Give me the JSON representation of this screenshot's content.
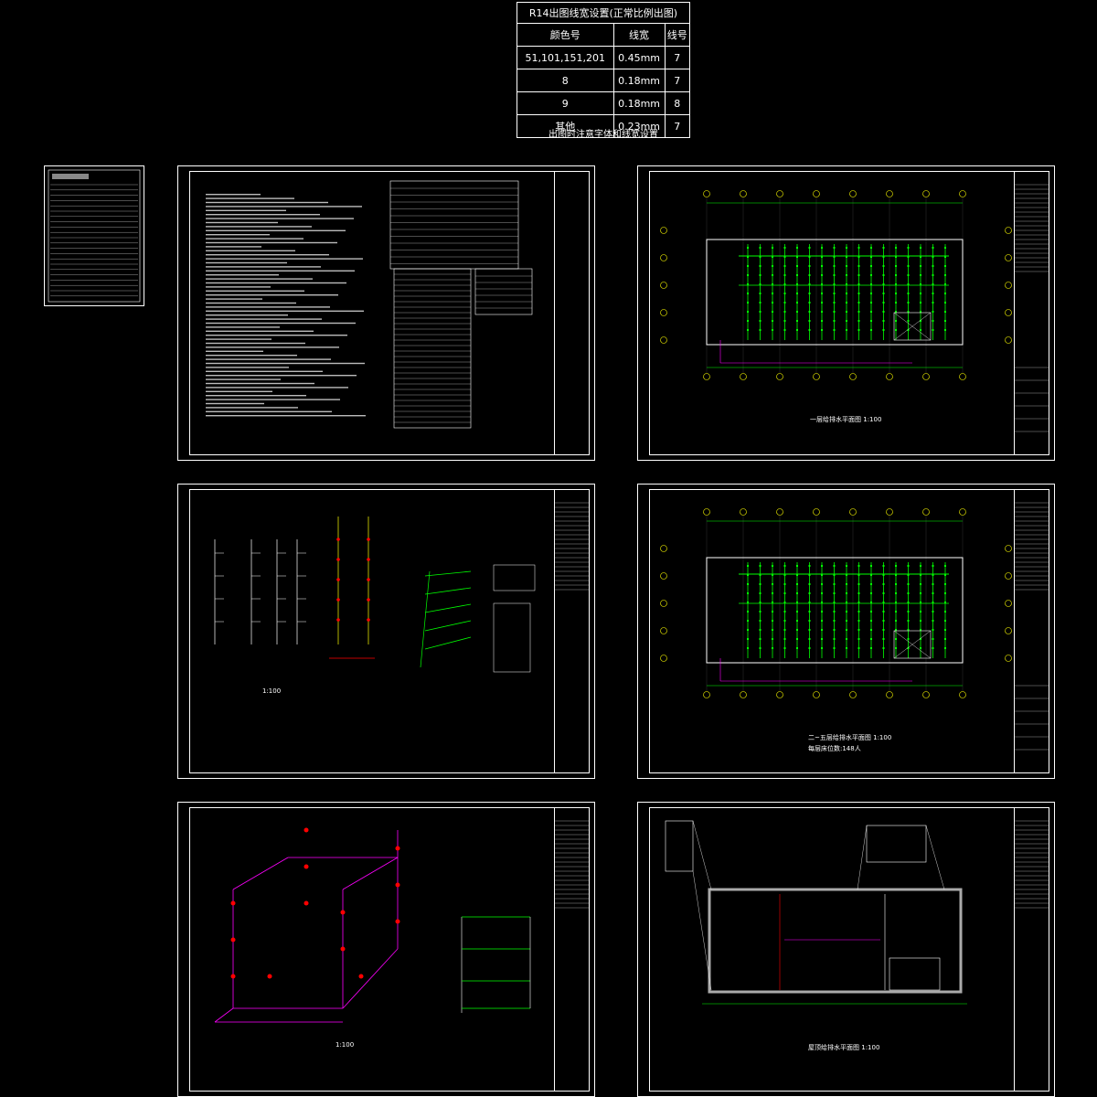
{
  "legend": {
    "title": "R14出图线宽设置(正常比例出图)",
    "headers": [
      "颜色号",
      "线宽",
      "线号"
    ],
    "rows": [
      [
        "51,101,151,201",
        "0.45mm",
        "7"
      ],
      [
        "8",
        "0.18mm",
        "7"
      ],
      [
        "9",
        "0.18mm",
        "8"
      ],
      [
        "其他",
        "0.23mm",
        "7"
      ]
    ],
    "caption": "出图时注意字体和线宽设置"
  },
  "sheets": {
    "plan1": {
      "caption": "一层给排水平面图",
      "scale": "1:100"
    },
    "plan23": {
      "caption": "二~五层给排水平面图",
      "scale": "1:100",
      "note": "每层床位数:148人"
    },
    "roof": {
      "caption": "屋顶给排水平面图",
      "scale": "1:100"
    },
    "sys1": {
      "scale": "1:100"
    },
    "sys2": {
      "scale": "1:100"
    }
  },
  "colors": {
    "background": "#000000",
    "line": "#ffffff",
    "pipe": "#00ff00",
    "drain": "#ff00ff",
    "fitting": "#ff0000",
    "accent": "#ffff00"
  }
}
